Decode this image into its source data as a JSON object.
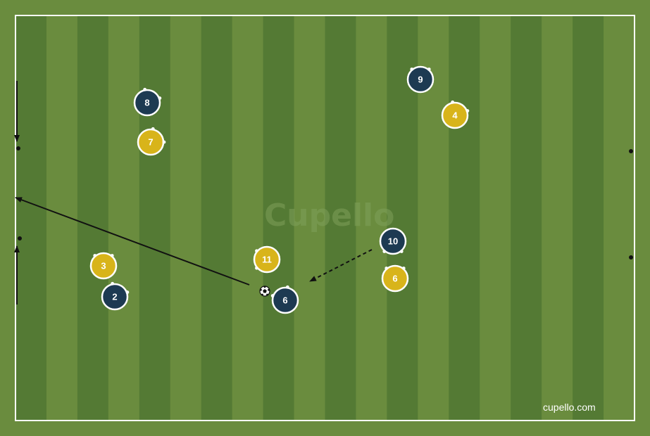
{
  "colors": {
    "grass_light": "#6a8c3e",
    "grass_dark": "#547a34",
    "lines": "#ffffff",
    "team_dark": "#1d3a52",
    "team_yellow": "#d8b41a",
    "arrow": "#111111"
  },
  "watermark": {
    "text": "Cupello"
  },
  "footer": {
    "site": "cupello.com"
  },
  "players": [
    {
      "id": "8",
      "team": "dark"
    },
    {
      "id": "7",
      "team": "yellow"
    },
    {
      "id": "9",
      "team": "dark"
    },
    {
      "id": "4",
      "team": "yellow"
    },
    {
      "id": "10",
      "team": "dark"
    },
    {
      "id": "6",
      "team": "yellow"
    },
    {
      "id": "11",
      "team": "yellow"
    },
    {
      "id": "6",
      "team": "dark"
    },
    {
      "id": "3",
      "team": "yellow"
    },
    {
      "id": "2",
      "team": "dark"
    }
  ],
  "ball": {
    "icon": "soccer-ball-icon"
  },
  "movements": [
    {
      "name": "pass-arrow",
      "style": "solid"
    },
    {
      "name": "run-arrow",
      "style": "dashed"
    },
    {
      "name": "left-top-arrow",
      "style": "solid"
    },
    {
      "name": "left-bottom-arrow",
      "style": "solid"
    }
  ]
}
